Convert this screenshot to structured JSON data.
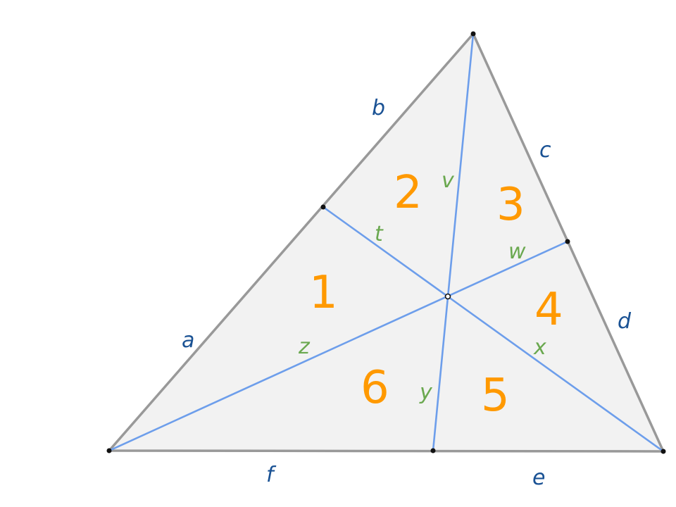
{
  "colors": {
    "triangle_fill": "#f2f2f2",
    "triangle_edge": "#999999",
    "cevian": "#6d9eeb",
    "side_label": "#1a5294",
    "segment_label": "#6aa84f",
    "region_label": "#ff9900",
    "point": "#111111"
  },
  "side_labels": {
    "a": "a",
    "b": "b",
    "c": "c",
    "d": "d",
    "e": "e",
    "f": "f"
  },
  "segment_labels": {
    "t": "t",
    "v": "v",
    "w": "w",
    "x": "x",
    "y": "y",
    "z": "z"
  },
  "region_labels": {
    "r1": "1",
    "r2": "2",
    "r3": "3",
    "r4": "4",
    "r5": "5",
    "r6": "6"
  }
}
